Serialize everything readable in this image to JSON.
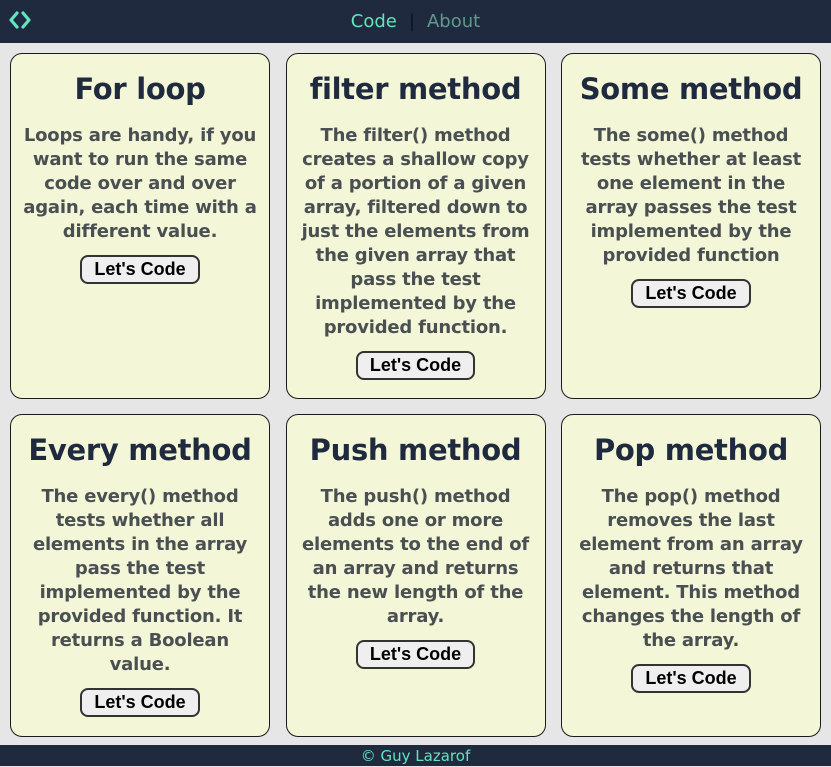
{
  "navbar": {
    "logo_icon": "code-brackets-icon",
    "links": [
      {
        "label": "Code",
        "active": true
      },
      {
        "label": "About",
        "active": false
      }
    ],
    "separator": "|",
    "colors": {
      "background": "#1f2a3f",
      "active": "#63e4be",
      "inactive": "#5f9a8b"
    }
  },
  "cards": [
    {
      "title": "For loop",
      "description": "Loops are handy, if you want to run the same code over and over again, each time with a different value.",
      "button": "Let's Code"
    },
    {
      "title": "filter method",
      "description": "The filter() method creates a shallow copy of a portion of a given array, filtered down to just the elements from the given array that pass the test implemented by the provided function.",
      "button": "Let's Code"
    },
    {
      "title": "Some method",
      "description": "The some() method tests whether at least one element in the array passes the test implemented by the provided function",
      "button": "Let's Code"
    },
    {
      "title": "Every method",
      "description": "The every() method tests whether all elements in the array pass the test implemented by the provided function. It returns a Boolean value.",
      "button": "Let's Code"
    },
    {
      "title": "Push method",
      "description": "The push() method adds one or more elements to the end of an array and returns the new length of the array.",
      "button": "Let's Code"
    },
    {
      "title": "Pop method",
      "description": "The pop() method removes the last element from an array and returns that element. This method changes the length of the array.",
      "button": "Let's Code"
    }
  ],
  "footer": {
    "text": "© Guy Lazarof"
  },
  "colors": {
    "card_background": "#f3f7d8",
    "page_background": "#e6e6e6",
    "title_text": "#1f2a3f",
    "description_text": "#4a4f52"
  }
}
